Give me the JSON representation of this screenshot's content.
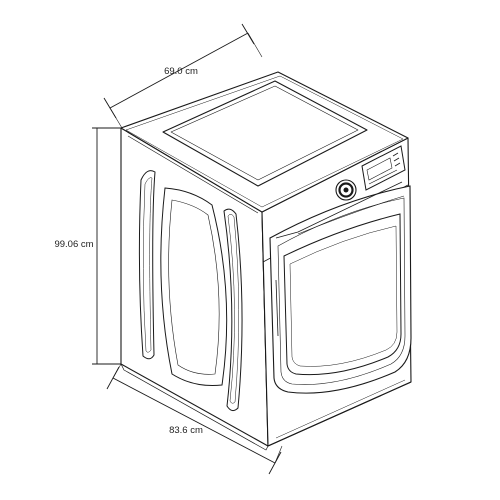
{
  "dimensions": {
    "width": "69.0 cm",
    "height": "99.06 cm",
    "depth": "83.6 cm"
  },
  "colors": {
    "line": "#1a1a1a",
    "background": "#ffffff"
  }
}
